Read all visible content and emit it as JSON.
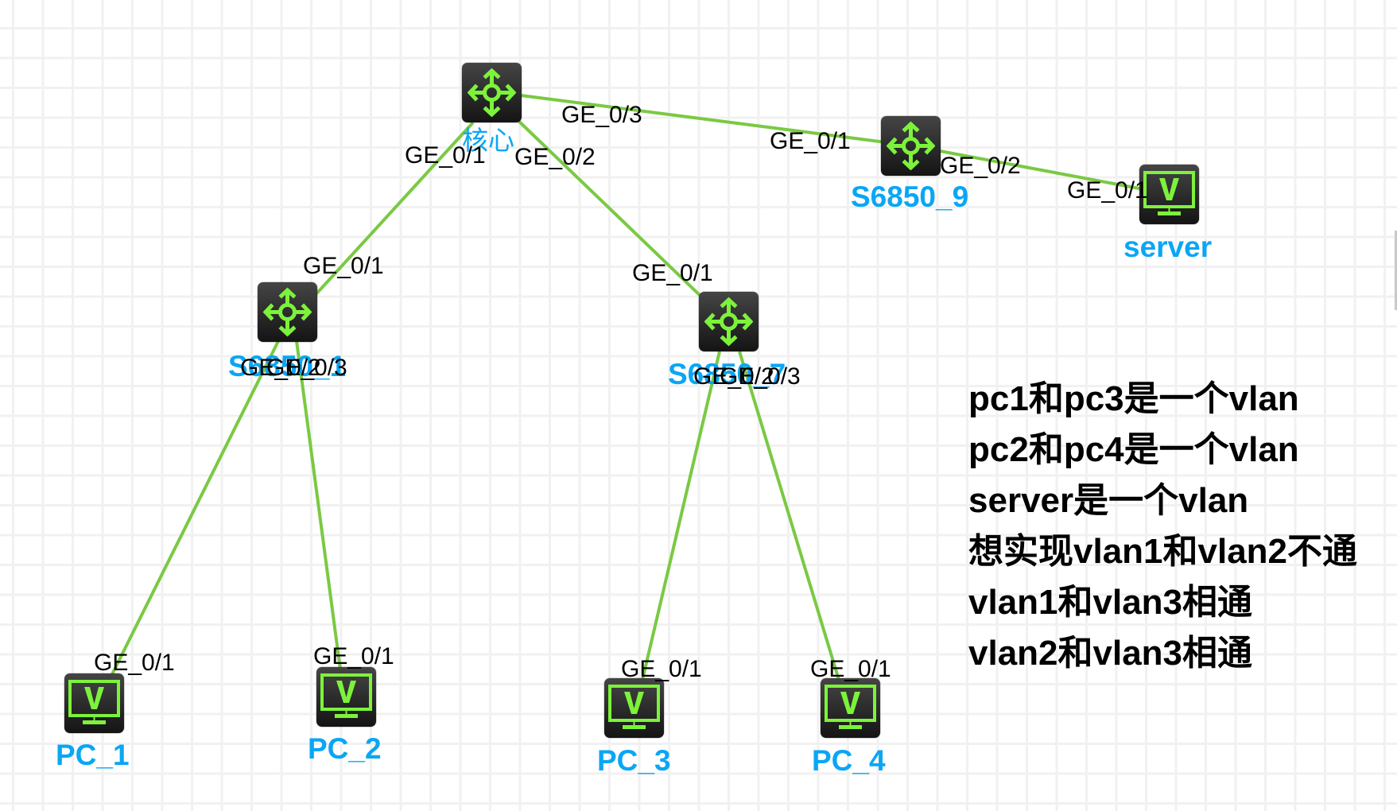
{
  "colors": {
    "link": "#7ac943",
    "device_icon": "#7cf33a",
    "label": "#0aa6f5",
    "text": "#000000"
  },
  "nodes": {
    "core": {
      "label": "核心",
      "type": "router",
      "icon": "router-icon"
    },
    "s6850_1": {
      "label": "S6850_1",
      "type": "switch",
      "icon": "router-icon"
    },
    "s6850_7": {
      "label": "S6850_7",
      "type": "switch",
      "icon": "router-icon"
    },
    "s6850_9": {
      "label": "S6850_9",
      "type": "switch",
      "icon": "router-icon"
    },
    "server": {
      "label": "server",
      "type": "host",
      "icon": "host-monitor-icon"
    },
    "pc_1": {
      "label": "PC_1",
      "type": "host",
      "icon": "host-monitor-icon"
    },
    "pc_2": {
      "label": "PC_2",
      "type": "host",
      "icon": "host-monitor-icon"
    },
    "pc_3": {
      "label": "PC_3",
      "type": "host",
      "icon": "host-monitor-icon"
    },
    "pc_4": {
      "label": "PC_4",
      "type": "host",
      "icon": "host-monitor-icon"
    }
  },
  "links": [
    {
      "from": "core",
      "from_port": "GE_0/3",
      "to": "s6850_9",
      "to_port": "GE_0/1"
    },
    {
      "from": "s6850_9",
      "from_port": "GE_0/2",
      "to": "server",
      "to_port": "GE_0/1"
    },
    {
      "from": "core",
      "from_port": "GE_0/1",
      "to": "s6850_1",
      "to_port": "GE_0/1"
    },
    {
      "from": "core",
      "from_port": "GE_0/2",
      "to": "s6850_7",
      "to_port": "GE_0/1"
    },
    {
      "from": "s6850_1",
      "from_port": "GE_0/2",
      "to": "pc_1",
      "to_port": "GE_0/1"
    },
    {
      "from": "s6850_1",
      "from_port": "GE_0/3",
      "to": "pc_2",
      "to_port": "GE_0/1"
    },
    {
      "from": "s6850_7",
      "from_port": "GE_0/2",
      "to": "pc_3",
      "to_port": "GE_0/1"
    },
    {
      "from": "s6850_7",
      "from_port": "GE_0/3",
      "to": "pc_4",
      "to_port": "GE_0/1"
    }
  ],
  "notes": [
    "pc1和pc3是一个vlan",
    "pc2和pc4是一个vlan",
    "server是一个vlan",
    "想实现vlan1和vlan2不通",
    "vlan1和vlan3相通",
    "vlan2和vlan3相通"
  ]
}
